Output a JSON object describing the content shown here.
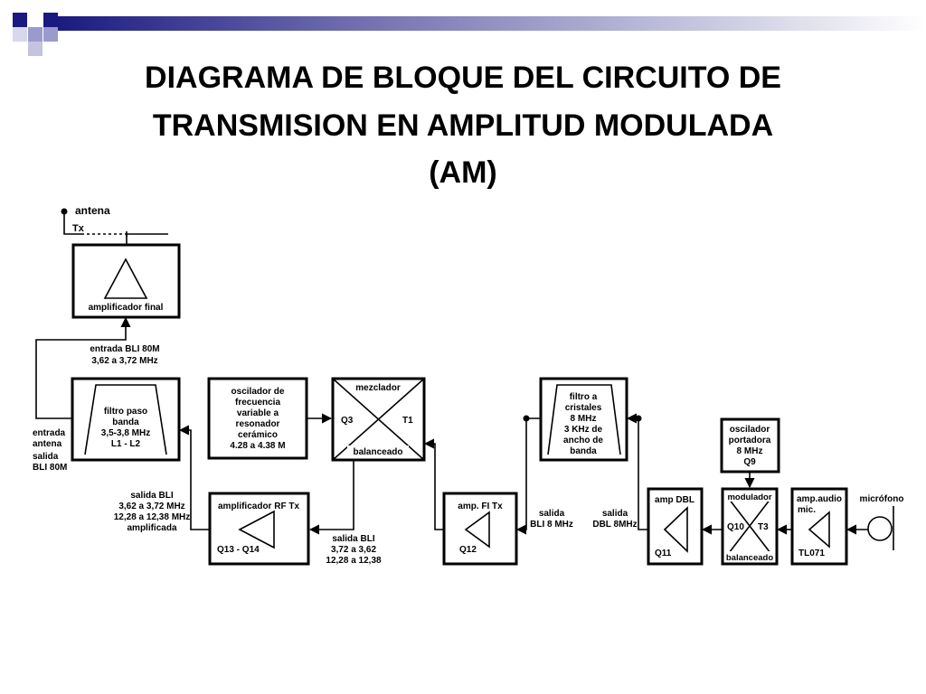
{
  "header": {
    "accent_colors": {
      "navy": "#1a1a80",
      "lavender": "#9a9acc",
      "fade": "#ffffff"
    }
  },
  "title": {
    "lines": [
      "DIAGRAMA DE BLOQUE DEL CIRCUITO DE",
      "TRANSMISION EN AMPLITUD MODULADA",
      "(AM)"
    ]
  },
  "diagram": {
    "antenna": {
      "label": "antena",
      "tx": "Tx"
    },
    "final_amp": {
      "label": "amplificador final"
    },
    "final_input": {
      "line1": "entrada BLI 80M",
      "line2": "3,62 a 3,72 MHz"
    },
    "bandpass": {
      "line1": "filtro paso",
      "line2": "banda",
      "line3": "3,5-3,8 MHz",
      "line4": "L1 - L2"
    },
    "antenna_io": {
      "line1": "entrada",
      "line2": "antena",
      "line3": "salida",
      "line4": "BLI 80M"
    },
    "vfo": {
      "line1": "oscilador de",
      "line2": "frecuencia",
      "line3": "variable a",
      "line4": "resonador",
      "line5": "cerámico",
      "line6": "4.28 a 4.38 M"
    },
    "mixer": {
      "top": "mezclador",
      "left": "Q3",
      "right": "T1",
      "bottom": "balanceado"
    },
    "crystal": {
      "line1": "filtro a",
      "line2": "cristales",
      "line3": "8 MHz",
      "line4": "3 KHz de",
      "line5": "ancho de",
      "line6": "banda"
    },
    "carrier": {
      "line1": "oscilador",
      "line2": "portadora",
      "line3": "8 MHz",
      "line4": "Q9"
    },
    "rf_out_label": {
      "line1": "salida BLI",
      "line2": "3,62 a 3,72 MHz",
      "line3": "12,28 a 12,38 MHz",
      "line4": "amplificada"
    },
    "rf_amp": {
      "top": "amplificador RF Tx",
      "bottom": "Q13 - Q14"
    },
    "mixer_out_label": {
      "line1": "salida BLI",
      "line2": "3,72 a 3,62",
      "line3": "12,28 a 12,38"
    },
    "if_amp": {
      "top": "amp. FI  Tx",
      "bottom": "Q12"
    },
    "bli_label": {
      "line1": "salida",
      "line2": "BLI 8 MHz"
    },
    "dbl_label": {
      "line1": "salida",
      "line2": "DBL 8MHz"
    },
    "dbl_amp": {
      "top": "amp DBL",
      "bottom": "Q11"
    },
    "modulator": {
      "top": "modulador",
      "left": "Q10",
      "right": "T3",
      "bottom": "balanceado"
    },
    "audio_amp": {
      "line1": "amp.audio",
      "line2": "mic.",
      "bottom": "TL071"
    },
    "microphone": {
      "label": "micrófono"
    }
  }
}
